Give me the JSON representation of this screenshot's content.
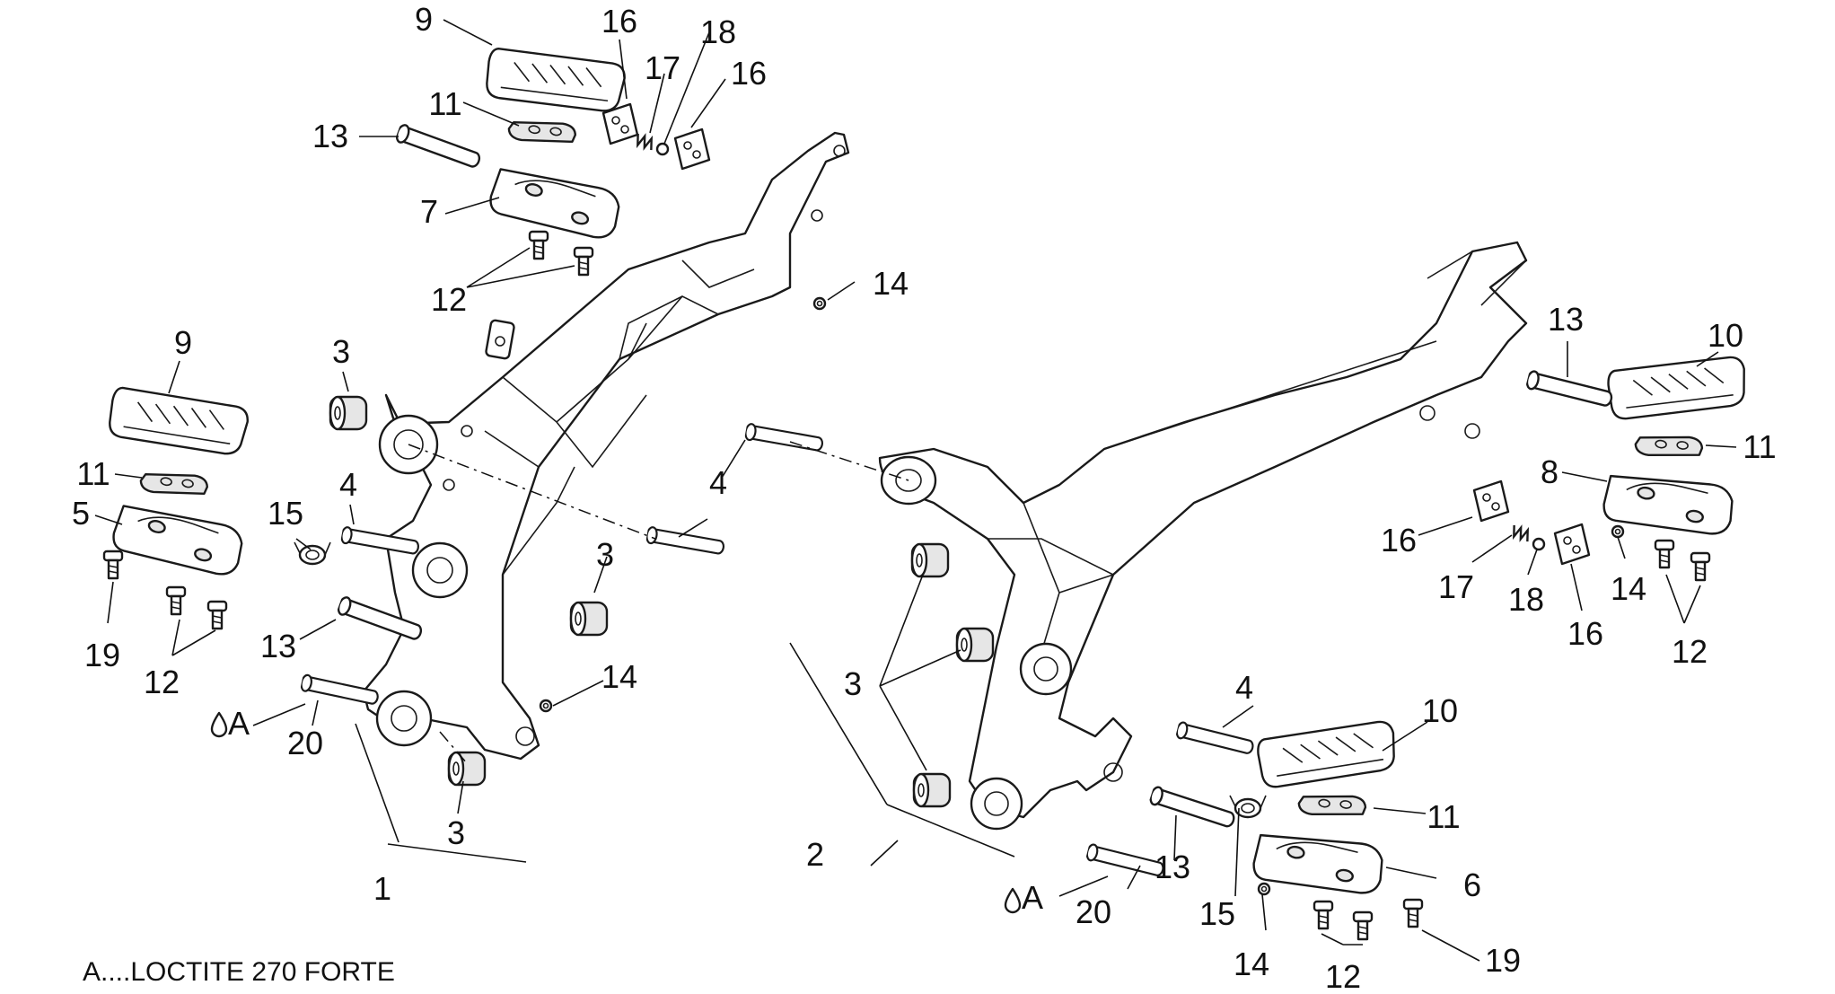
{
  "note": "A....LOCTITE 270 FORTE",
  "callouts": {
    "c1": "1",
    "c2": "2",
    "c3a": "3",
    "c3b": "3",
    "c3c": "3",
    "c3d": "3",
    "c4a": "4",
    "c4b": "4",
    "c4c": "4",
    "c5": "5",
    "c6": "6",
    "c7": "7",
    "c8": "8",
    "c9a": "9",
    "c9b": "9",
    "c10a": "10",
    "c10b": "10",
    "c11a": "11",
    "c11b": "11",
    "c11c": "11",
    "c11d": "11",
    "c12a": "12",
    "c12b": "12",
    "c12c": "12",
    "c12d": "12",
    "c13a": "13",
    "c13b": "13",
    "c13c": "13",
    "c13d": "13",
    "c14a": "14",
    "c14b": "14",
    "c14c": "14",
    "c14d": "14",
    "c15a": "15",
    "c15b": "15",
    "c16a": "16",
    "c16b": "16",
    "c16c": "16",
    "c16d": "16",
    "c17a": "17",
    "c17b": "17",
    "c18a": "18",
    "c18b": "18",
    "c19a": "19",
    "c19b": "19",
    "c20a": "20",
    "c20b": "20",
    "adhA": "A",
    "adhB": "A"
  }
}
